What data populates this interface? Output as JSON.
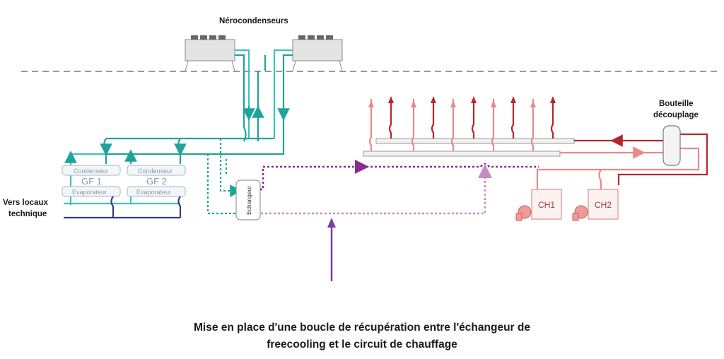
{
  "labels": {
    "aerocondenseurs": "Nérocondenseurs",
    "vers_locaux_line1": "Vers locaux",
    "vers_locaux_line2": "technique",
    "bouteille_line1": "Bouteille",
    "bouteille_line2": "découplage",
    "echangeur": "Echangeur",
    "gf1_condenseur": "Condenseur",
    "gf1_name": "GF 1",
    "gf1_evaporateur": "Evaporateur",
    "gf2_condenseur": "Condenseur",
    "gf2_name": "GF 2",
    "gf2_evaporateur": "Evaporateur",
    "ch1": "CH1",
    "ch2": "CH2"
  },
  "caption": {
    "line1": "Mise en place d'une boucle de récupération entre l'échangeur de",
    "line2": "freecooling et le circuit de chauffage"
  },
  "colors": {
    "teal": "#1fa39a",
    "teal_light": "#3cc3c0",
    "navy": "#2c3e8c",
    "dark_red": "#b5262d",
    "pink": "#e88a8a",
    "purple": "#8a2d8e",
    "purple_light": "#c98bc6",
    "arrow_purple": "#7b3fa0",
    "roof_line": "#9a9a9a"
  }
}
